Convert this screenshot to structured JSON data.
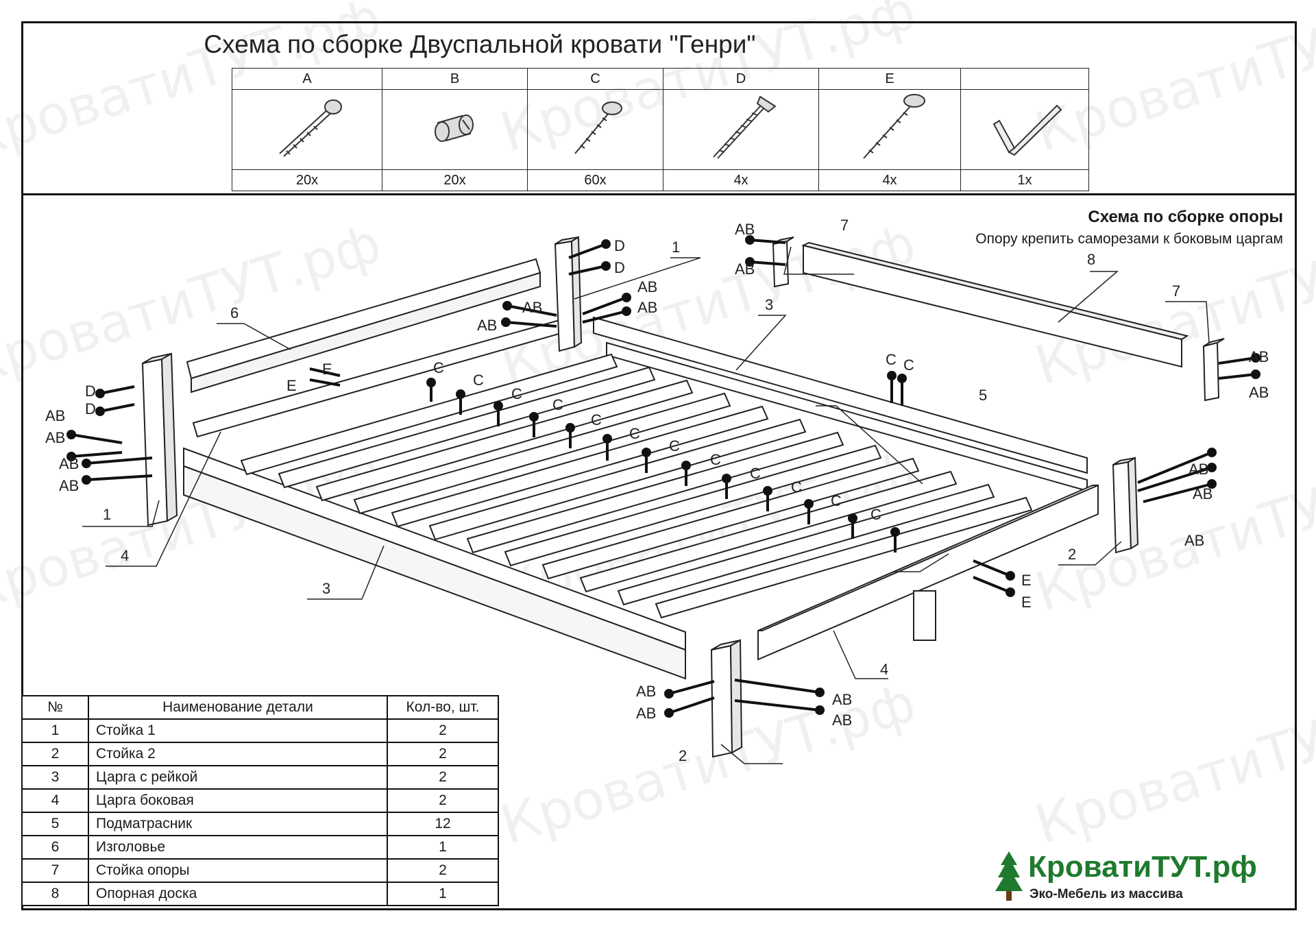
{
  "title": "Схема по сборке Двуспальной кровати \"Генри\"",
  "hardware": [
    {
      "letter": "A",
      "qty": "20x",
      "icon": "bolt-icon"
    },
    {
      "letter": "B",
      "qty": "20x",
      "icon": "barrel-nut-icon"
    },
    {
      "letter": "C",
      "qty": "60x",
      "icon": "screw-icon"
    },
    {
      "letter": "D",
      "qty": "4x",
      "icon": "confirmat-screw-icon"
    },
    {
      "letter": "E",
      "qty": "4x",
      "icon": "long-screw-icon"
    },
    {
      "letter": "",
      "qty": "1x",
      "icon": "hex-key-icon"
    }
  ],
  "support": {
    "heading": "Схема по сборке опоры",
    "note": "Опору крепить саморезами к боковым царгам"
  },
  "parts_table": {
    "headers": [
      "№",
      "Наименование детали",
      "Кол-во, шт."
    ],
    "rows": [
      [
        "1",
        "Стойка 1",
        "2"
      ],
      [
        "2",
        "Стойка 2",
        "2"
      ],
      [
        "3",
        "Царга с рейкой",
        "2"
      ],
      [
        "4",
        "Царга боковая",
        "2"
      ],
      [
        "5",
        "Подматрасник",
        "12"
      ],
      [
        "6",
        "Изголовье",
        "1"
      ],
      [
        "7",
        "Стойка опоры",
        "2"
      ],
      [
        "8",
        "Опорная доска",
        "1"
      ]
    ]
  },
  "callouts": {
    "n1": "1",
    "n2": "2",
    "n3": "3",
    "n4": "4",
    "n5": "5",
    "n6": "6",
    "n7": "7",
    "n8": "8",
    "ab": "AB",
    "c": "C",
    "d": "D",
    "e": "E"
  },
  "watermark": "КроватиТУТ.рф",
  "logo": {
    "name": "КроватиТУТ.рф",
    "tagline": "Эко-Мебель из массива"
  }
}
